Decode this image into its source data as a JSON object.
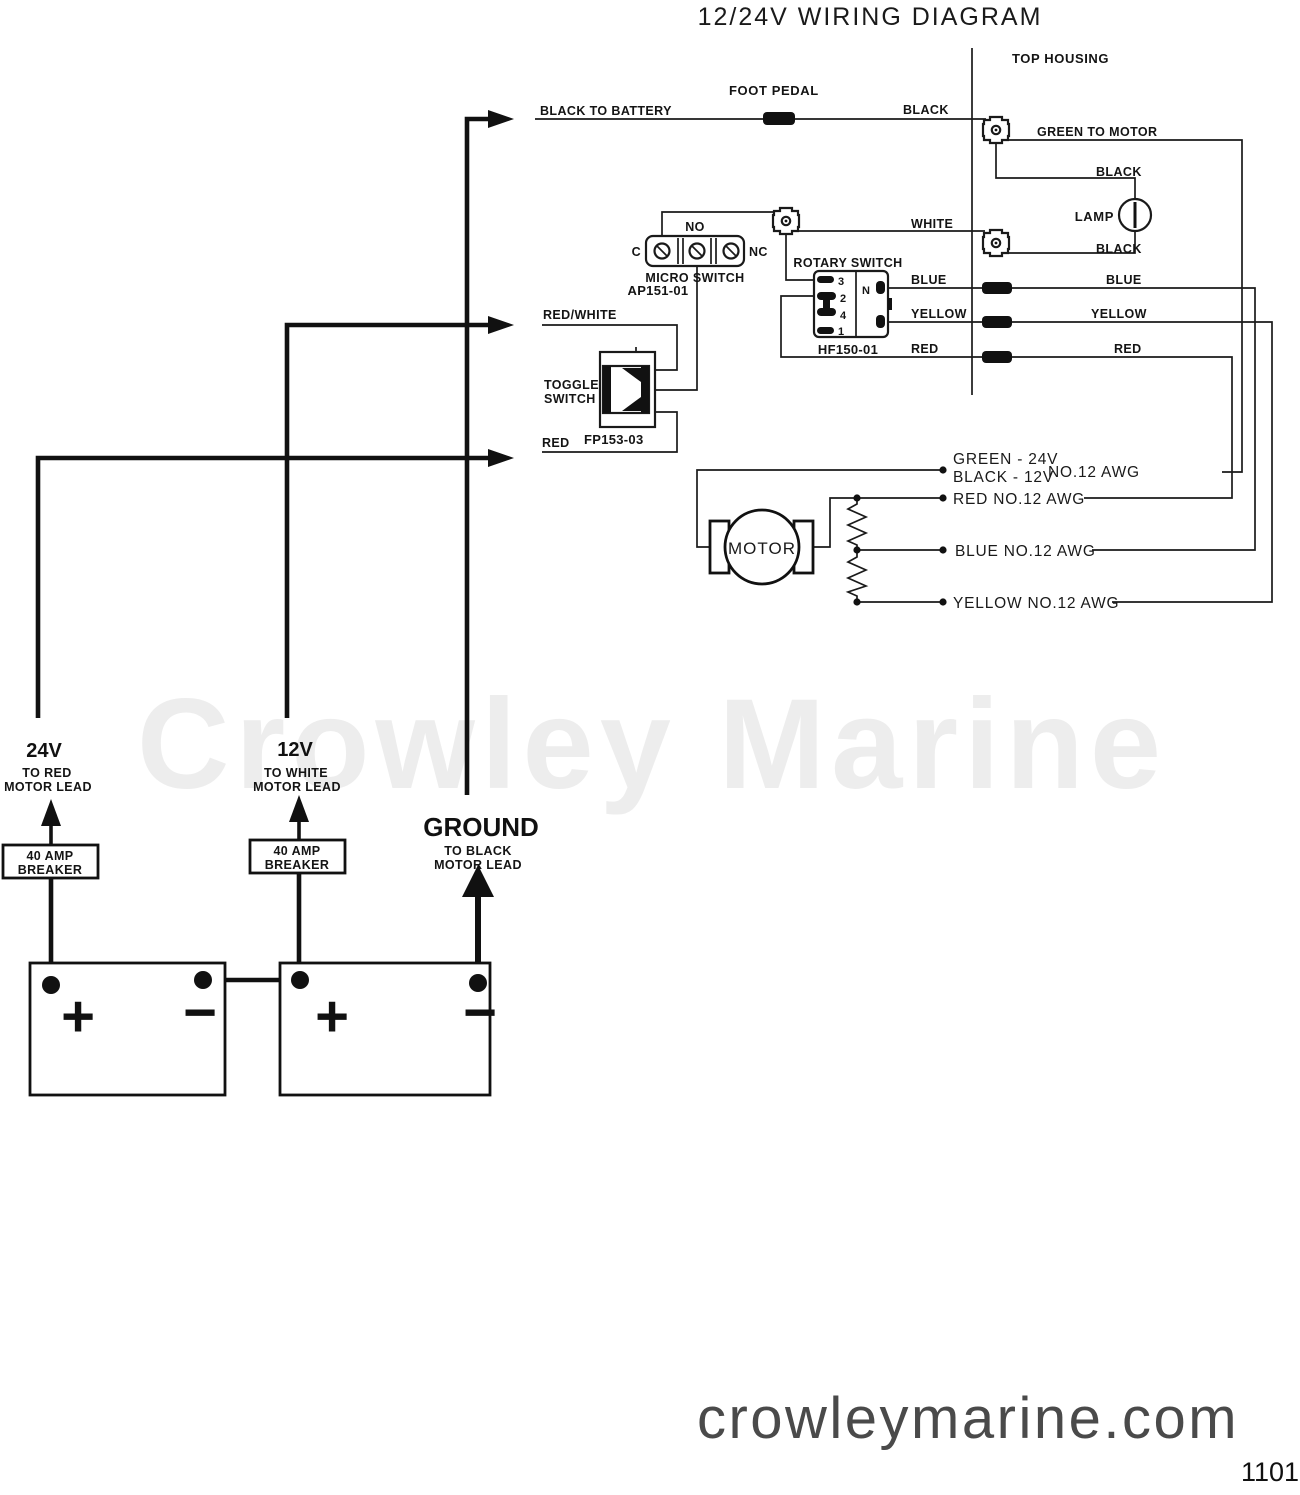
{
  "title": "12/24V WIRING DIAGRAM",
  "watermark": "Crowley Marine",
  "footer": {
    "website": "crowleymarine.com",
    "page_number": "1101"
  },
  "housing": {
    "label": "TOP HOUSING",
    "green_to_motor": "GREEN TO MOTOR",
    "black_top": "BLACK",
    "lamp": "LAMP",
    "black_bottom": "BLACK",
    "blue_right": "BLUE",
    "yellow_right": "YELLOW",
    "red_right": "RED"
  },
  "foot_pedal": {
    "label": "FOOT PEDAL",
    "black_to_battery": "BLACK TO BATTERY",
    "black": "BLACK",
    "white": "WHITE",
    "blue": "BLUE",
    "yellow": "YELLOW",
    "red": "RED",
    "red_white": "RED/WHITE",
    "red_toggle": "RED",
    "micro_switch": {
      "no": "NO",
      "c": "C",
      "nc": "NC",
      "name": "MICRO SWITCH",
      "part": "AP151-01"
    },
    "toggle_switch": {
      "name_line1": "TOGGLE",
      "name_line2": "SWITCH",
      "part": "FP153-03"
    },
    "rotary_switch": {
      "name": "ROTARY SWITCH",
      "part": "HF150-01",
      "n": "N",
      "pin_3": "3",
      "pin_2": "2",
      "pin_4": "4",
      "pin_1": "1"
    }
  },
  "motor": {
    "label": "MOTOR",
    "lead_green": "GREEN - 24V",
    "lead_black": "BLACK - 12V",
    "lead_gauge": "NO.12 AWG",
    "lead_red": "RED NO.12 AWG",
    "lead_blue": "BLUE NO.12 AWG",
    "lead_yellow": "YELLOW NO.12 AWG"
  },
  "power": {
    "v24": {
      "title": "24V",
      "line1": "TO RED",
      "line2": "MOTOR LEAD"
    },
    "v12": {
      "title": "12V",
      "line1": "TO WHITE",
      "line2": "MOTOR LEAD"
    },
    "ground": {
      "title": "GROUND",
      "line1": "TO BLACK",
      "line2": "MOTOR LEAD"
    },
    "breaker1": {
      "line1": "40 AMP",
      "line2": "BREAKER"
    },
    "breaker2": {
      "line1": "40 AMP",
      "line2": "BREAKER"
    },
    "battery1": {
      "positive": "+",
      "negative": "−"
    },
    "battery2": {
      "positive": "+",
      "negative": "−"
    }
  }
}
